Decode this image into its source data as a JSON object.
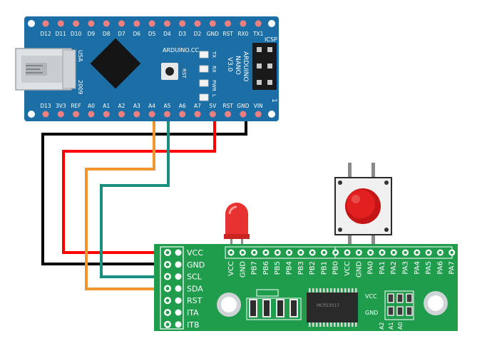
{
  "arduino": {
    "top_pins": [
      "D12",
      "D11",
      "D10",
      "D9",
      "D8",
      "D7",
      "D6",
      "D5",
      "D4",
      "D3",
      "D2",
      "GND",
      "RST",
      "RX0",
      "TX1"
    ],
    "bottom_pins": [
      "D13",
      "3V3",
      "REF",
      "A0",
      "A1",
      "A2",
      "A3",
      "A4",
      "A5",
      "A6",
      "A7",
      "5V",
      "RST",
      "GND",
      "VIN"
    ],
    "brand": "ARDUINO.CC",
    "reset_label": "RST",
    "usa": "USA",
    "year": "2009",
    "name_lines": [
      "ARDUINO",
      "NANO",
      "V3.0"
    ],
    "leds": [
      "TX",
      "RX",
      "PWR",
      "L"
    ],
    "icsp": "ICSP",
    "icsp_pin1": "1"
  },
  "expander": {
    "left_pins": [
      "VCC",
      "GND",
      "SCL",
      "SDA",
      "RST",
      "ITA",
      "ITB"
    ],
    "top_pins": [
      "VCC",
      "GND",
      "PB7",
      "PB6",
      "PB5",
      "PB4",
      "PB3",
      "PB2",
      "PB1",
      "PB0",
      "VCC",
      "GND",
      "PA0",
      "PA1",
      "PA2",
      "PA3",
      "PA4",
      "PA5",
      "PA6",
      "PA7"
    ],
    "chip": "MCP23017",
    "addr_vcc": "VCC",
    "addr_gnd": "GND",
    "addr_pins": [
      "A2",
      "A1",
      "A0"
    ]
  },
  "colors": {
    "arduino_board": "#1b6fa6",
    "expander_board": "#1f9d4c",
    "wire_black": "#000000",
    "wire_red": "#ff0000",
    "wire_orange": "#f0962e",
    "wire_teal": "#1a8f80",
    "led": "#e8322f",
    "button_cap": "#e22020",
    "pin_pad": "#f08080"
  },
  "wires": [
    {
      "color": "black",
      "from": "GND",
      "to": "GND"
    },
    {
      "color": "red",
      "from": "5V",
      "to": "VCC"
    },
    {
      "color": "orange",
      "from": "A4",
      "to": "SDA"
    },
    {
      "color": "teal",
      "from": "A5",
      "to": "SCL"
    }
  ],
  "icons": [
    "usb-port",
    "microcontroller-chip",
    "reset-button",
    "led-red",
    "push-button",
    "mounting-hole",
    "mcp23017-chip"
  ]
}
